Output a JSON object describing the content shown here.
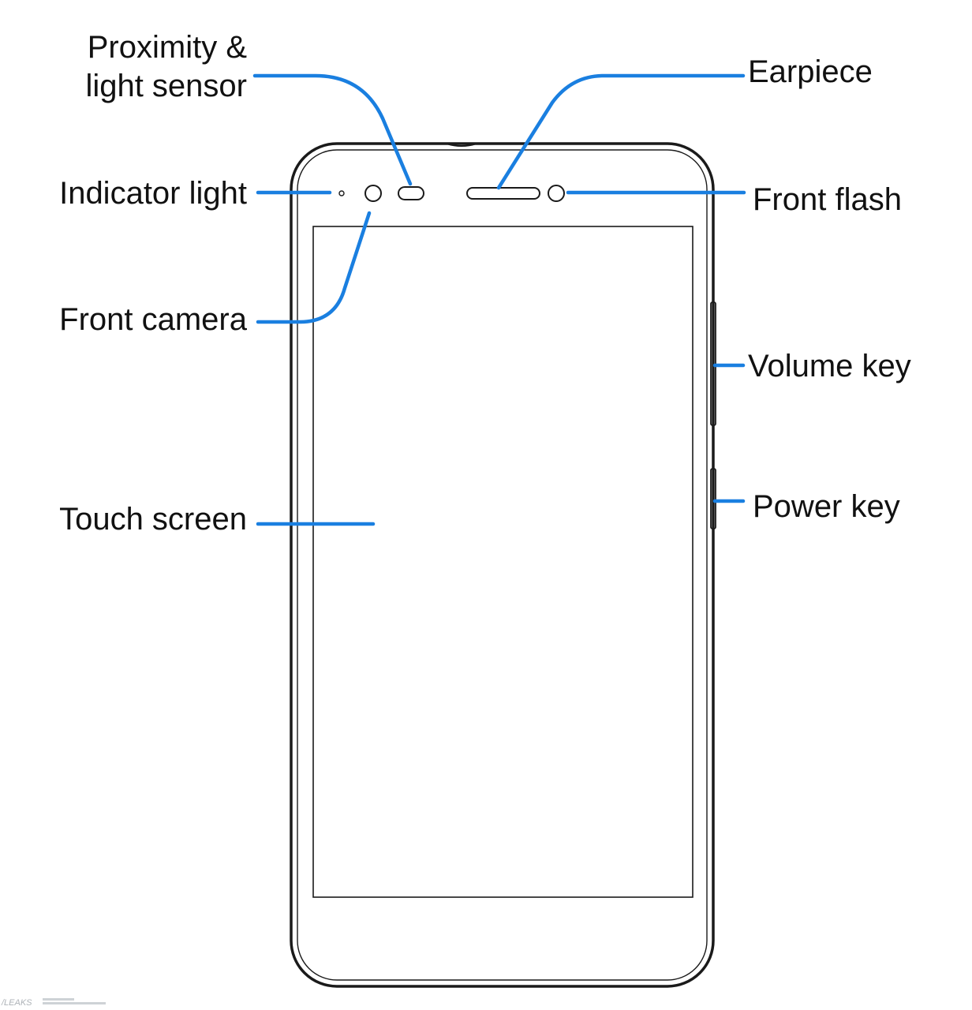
{
  "labels": {
    "proximity_line1": "Proximity &",
    "proximity_line2": "light sensor",
    "indicator_light": "Indicator light",
    "front_camera": "Front camera",
    "touch_screen": "Touch screen",
    "earpiece": "Earpiece",
    "front_flash": "Front flash",
    "volume_key": "Volume key",
    "power_key": "Power key"
  },
  "colors": {
    "leader_line": "#1a7fe0",
    "outline": "#1a1a1a",
    "label_text": "#111111",
    "background": "#ffffff"
  },
  "watermark": {
    "logo": "/LEAKS"
  }
}
